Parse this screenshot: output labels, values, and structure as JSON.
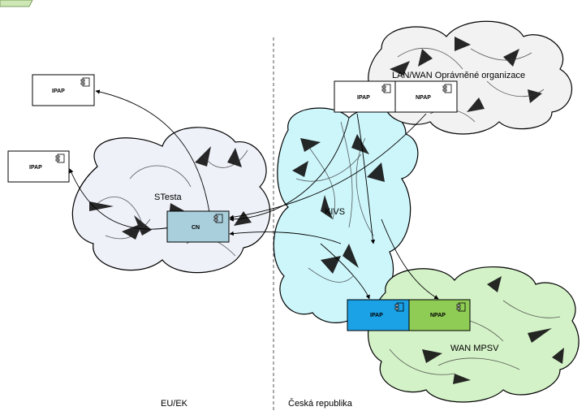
{
  "regions": {
    "left": "EU/EK",
    "right": "Česká republika"
  },
  "clouds": {
    "stesta": "STesta",
    "kivs": "KIVS",
    "lanwan": "LAN/WAN Oprávněné organizace",
    "wanmpsv": "WAN MPSV"
  },
  "nodes": {
    "ipap_top_left": "IPAP",
    "ipap_mid_left": "IPAP",
    "cn": "CN",
    "ipap_lanwan": "IPAP",
    "npap_lanwan": "NPAP",
    "ipap_mpsv": "IPAP",
    "npap_mpsv": "NPAP"
  },
  "icons": {
    "component": "component-icon"
  },
  "colors": {
    "stesta_cloud": "#eef1f8",
    "kivs_cloud": "#cdf6fb",
    "lanwan_cloud": "#f2f2f2",
    "wanmpsv_cloud": "#d4f2c8",
    "cn_box": "#a9cfdc",
    "ipap_mpsv_box": "#1aa1e6",
    "npap_mpsv_box": "#8fcc55",
    "white_box": "#ffffff"
  }
}
